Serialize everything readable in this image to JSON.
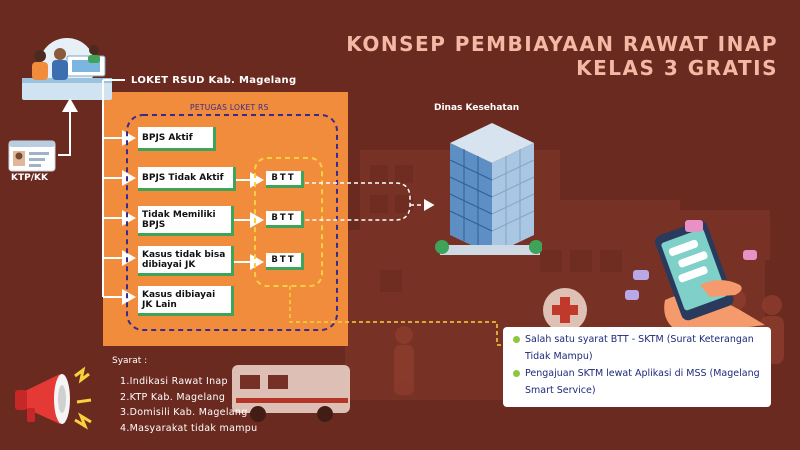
{
  "title": {
    "line1": "KONSEP PEMBIAYAAN RAWAT INAP",
    "line2": "KELAS 3 GRATIS"
  },
  "loket_label": "LOKET RSUD Kab. Magelang",
  "petugas_label": "PETUGAS LOKET RS",
  "dinas_label": "Dinas Kesehatan",
  "ktp_label": "KTP/KK",
  "cards": [
    {
      "label": "BPJS Aktif"
    },
    {
      "label": "BPJS Tidak Aktif"
    },
    {
      "label": "Tidak Memiliki BPJS"
    },
    {
      "label": "Kasus tidak bisa dibiayai JK"
    },
    {
      "label": "Kasus dibiayai JK Lain"
    }
  ],
  "btt_boxes": [
    {
      "label": "BTT"
    },
    {
      "label": "BTT"
    },
    {
      "label": "BTT"
    }
  ],
  "syarat": {
    "title": "Syarat :",
    "items": [
      "1.Indikasi Rawat Inap",
      "2.KTP Kab. Magelang",
      "3.Domisili Kab. Magelang",
      "4.Masyarakat tidak mampu"
    ]
  },
  "info": [
    "Salah satu syarat BTT - SKTM (Surat Keterangan Tidak Mampu)",
    "Pengajuan SKTM lewat Aplikasi di MSS (Magelang Smart Service)"
  ],
  "colors": {
    "background": "#6b2a20",
    "panel": "#f08c3c",
    "accent_green": "#3fa35a",
    "title": "#f3b9a5",
    "dashed_purple": "#3a2a8c",
    "dashed_yellow": "#f7d23c"
  }
}
